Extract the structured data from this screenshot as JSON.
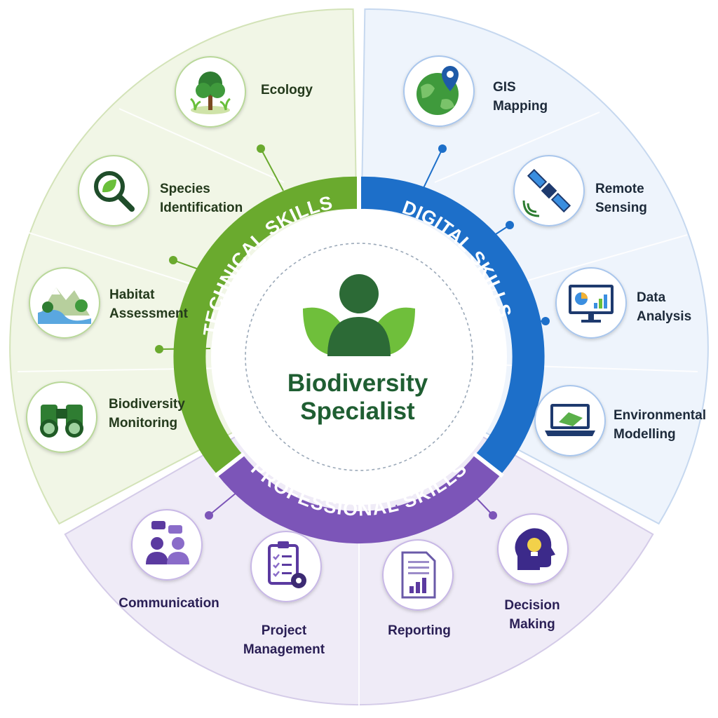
{
  "center": {
    "line1": "Biodiversity",
    "line2": "Specialist",
    "icon": "person-with-leaves-icon"
  },
  "rings": {
    "technical": "TECHNICAL SKILLS",
    "digital": "DIGITAL SKILLS",
    "professional": "PROFESSIONAL SKILLS"
  },
  "technical": [
    {
      "icon": "tree-icon",
      "lines": [
        "Ecology"
      ]
    },
    {
      "icon": "magnifier-leaf-icon",
      "lines": [
        "Species",
        "Identification"
      ]
    },
    {
      "icon": "mountain-river-icon",
      "lines": [
        "Habitat",
        "Assessment"
      ]
    },
    {
      "icon": "binoculars-icon",
      "lines": [
        "Biodiversity",
        "Monitoring"
      ]
    }
  ],
  "digital": [
    {
      "icon": "globe-pin-icon",
      "lines": [
        "GIS",
        "Mapping"
      ]
    },
    {
      "icon": "satellite-icon",
      "lines": [
        "Remote",
        "Sensing"
      ]
    },
    {
      "icon": "monitor-chart-icon",
      "lines": [
        "Data",
        "Analysis"
      ]
    },
    {
      "icon": "laptop-terrain-icon",
      "lines": [
        "Environmental",
        "Modelling"
      ]
    }
  ],
  "professional": [
    {
      "icon": "people-chat-icon",
      "lines": [
        "Communication"
      ]
    },
    {
      "icon": "clipboard-gear-icon",
      "lines": [
        "Project",
        "Management"
      ]
    },
    {
      "icon": "report-chart-icon",
      "lines": [
        "Reporting"
      ]
    },
    {
      "icon": "head-bulb-icon",
      "lines": [
        "Decision",
        "Making"
      ]
    }
  ],
  "colors": {
    "technical": "#6aaa2e",
    "technical_dark": "#2e6e1e",
    "digital": "#1d6fc9",
    "professional": "#7c55b8",
    "professional_dark": "#4b2f8a",
    "center_text": "#1f5e32"
  }
}
